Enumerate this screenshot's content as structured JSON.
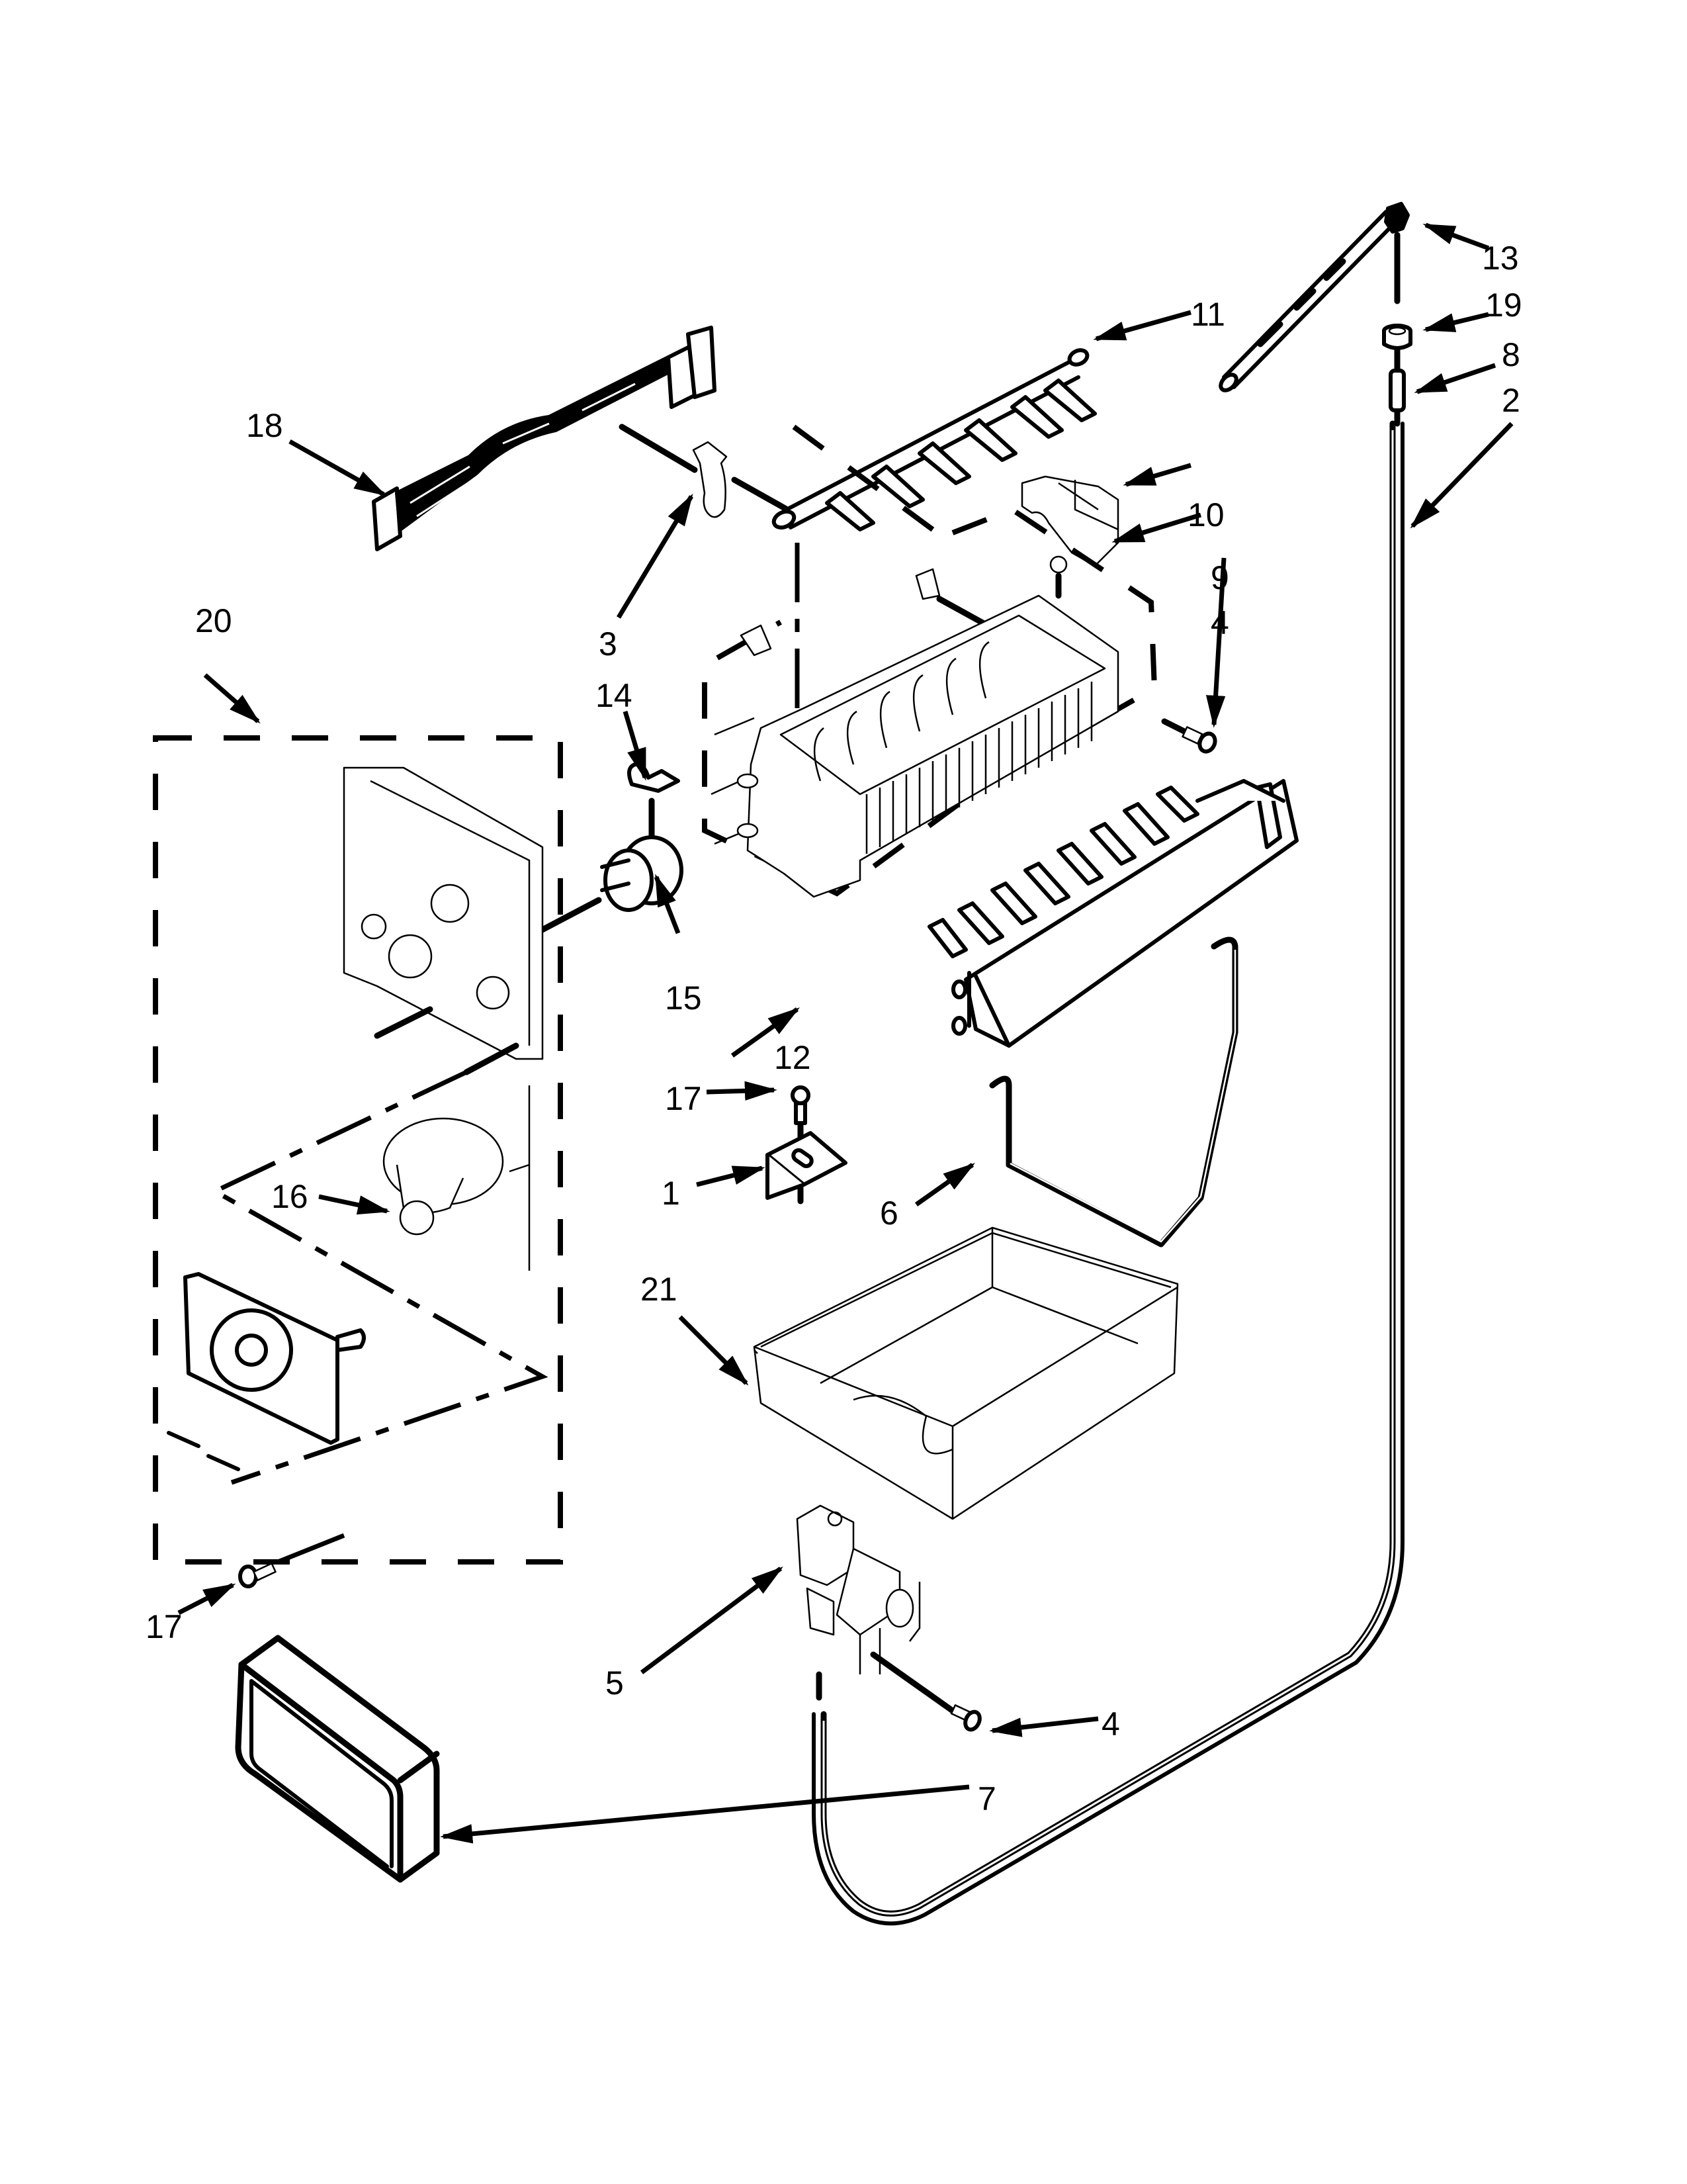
{
  "diagram": {
    "title": "Icemaker parts exploded view",
    "background_color": "#ffffff",
    "ink_color": "#000000",
    "callouts": {
      "c1": "1",
      "c2": "2",
      "c3": "3",
      "c4a": "4",
      "c4b": "4",
      "c5": "5",
      "c6": "6",
      "c7": "7",
      "c8": "8",
      "c9": "9",
      "c10": "10",
      "c11": "11",
      "c12": "12",
      "c13": "13",
      "c14": "14",
      "c15": "15",
      "c16": "16",
      "c17a": "17",
      "c17b": "17",
      "c18": "18",
      "c19": "19",
      "c20": "20",
      "c21": "21"
    },
    "parts": [
      {
        "callout": "1",
        "icon": "bracket-icon"
      },
      {
        "callout": "2",
        "icon": "water-tube-icon"
      },
      {
        "callout": "3",
        "icon": "clip-icon"
      },
      {
        "callout": "4",
        "icon": "screw-icon"
      },
      {
        "callout": "5",
        "icon": "water-valve-icon"
      },
      {
        "callout": "6",
        "icon": "shutoff-arm-icon"
      },
      {
        "callout": "7",
        "icon": "cover-icon"
      },
      {
        "callout": "8",
        "icon": "tube-connector-icon"
      },
      {
        "callout": "9",
        "icon": "shaft-icon"
      },
      {
        "callout": "10",
        "icon": "fill-cup-icon"
      },
      {
        "callout": "11",
        "icon": "ejector-icon"
      },
      {
        "callout": "12",
        "icon": "stripper-icon"
      },
      {
        "callout": "13",
        "icon": "fill-tube-icon"
      },
      {
        "callout": "14",
        "icon": "thermostat-clip-icon"
      },
      {
        "callout": "15",
        "icon": "thermostat-icon"
      },
      {
        "callout": "16",
        "icon": "motor-icon"
      },
      {
        "callout": "17",
        "icon": "screw-icon"
      },
      {
        "callout": "18",
        "icon": "wire-harness-icon"
      },
      {
        "callout": "19",
        "icon": "grommet-icon"
      },
      {
        "callout": "20",
        "icon": "control-module-icon"
      },
      {
        "callout": "21",
        "icon": "ice-bin-icon"
      }
    ]
  }
}
